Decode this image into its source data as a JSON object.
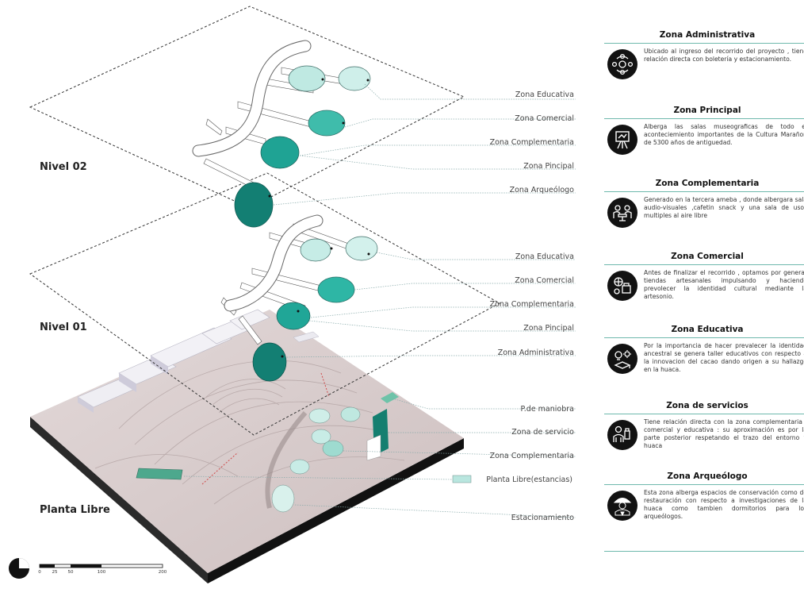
{
  "levels": {
    "nivel02": "Nivel 02",
    "nivel01": "Nivel 01",
    "planta": "Planta Libre"
  },
  "labels_nivel02": [
    "Zona Educativa",
    "Zona Comercial",
    "Zona Complementaria",
    "Zona Pincipal",
    "Zona Arqueólogo"
  ],
  "labels_nivel01": [
    "Zona Educativa",
    "Zona Comercial",
    "Zona Complementaria",
    "Zona Pincipal",
    "Zona Administrativa"
  ],
  "labels_planta": [
    "P.de maniobra",
    "Zona de servicio",
    "Zona Complementaria",
    "Planta Libre(estancias)",
    "Estacionamiento"
  ],
  "scale": {
    "ticks": [
      "0",
      "25",
      "50",
      "100",
      "200"
    ]
  },
  "legend": [
    {
      "title": "Zona Administrativa",
      "icon": "admin-network-icon",
      "text": "Ubicado al ingreso del recorrido del proyecto , tiene relación directa con boletería y estacionamiento."
    },
    {
      "title": "Zona Principal",
      "icon": "easel-exhibit-icon",
      "text": "Alberga las salas museograficas de todo el aconteciemiento importantes de la Cultura Marañon de 5300 años de antiguedad."
    },
    {
      "title": "Zona Complementaria",
      "icon": "meeting-table-icon",
      "text": "Generado en la tercera ameba , donde albergara sala audio-visuales ,cafetin snack y una sala de usos multiples al aire libre"
    },
    {
      "title": "Zona Comercial",
      "icon": "crafts-shop-icon",
      "text": "Antes de finalizar el recorrido , optamos por generar tiendas artesanales impulsando y haciendo prevolecer la identidad cultural mediante la artesonio."
    },
    {
      "title": "Zona Educativa",
      "icon": "graduation-ideas-icon",
      "text": "Por la importancia de hacer prevalecer la identidad ancestral se genera taller educativos con respecto a la innovacion del cacao dando origen a su hallazgo en la huaca."
    },
    {
      "title": "Zona de servicios",
      "icon": "service-staff-icon",
      "text": "Tiene relación directa con la zona complementaria , comercial y educativa : su aproximación es por la parte posterior respetando el trazo del entorno y huaca"
    },
    {
      "title": "Zona Arqueólogo",
      "icon": "archaeologist-icon",
      "text": "Esta zona alberga espacios de conservación como de restauración con respecto a investigaciones de la huaca como tambien dormitorios para los arqueólogos."
    }
  ],
  "colors": {
    "teal_dark": "#137f73",
    "teal_mid": "#2fb3a3",
    "teal_light": "#b9e6df",
    "rule": "#6fb9ad",
    "terrain_top": "#d8cccc",
    "terrain_side": "#1d1d1d"
  }
}
